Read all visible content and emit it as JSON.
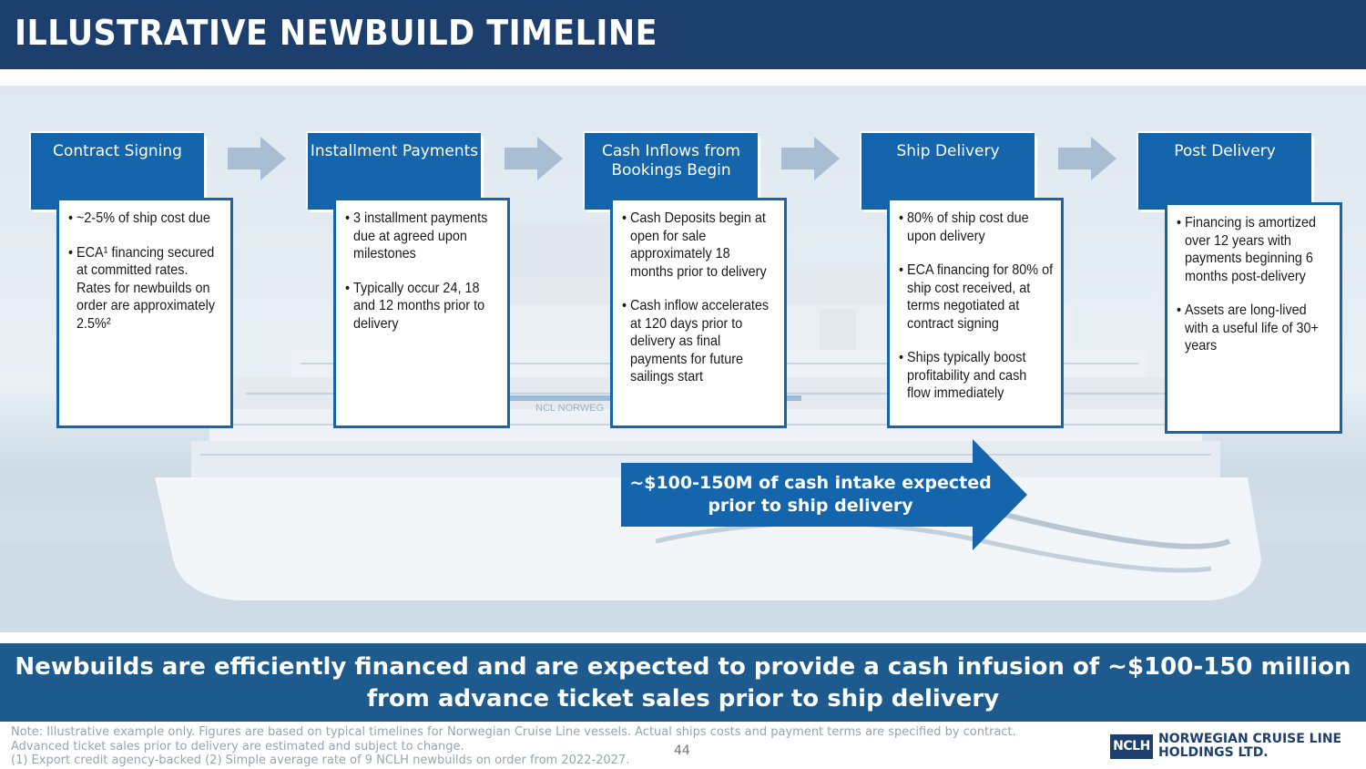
{
  "title": "ILLUSTRATIVE NEWBUILD TIMELINE",
  "stages": [
    {
      "header": "Contract Signing",
      "bullets": [
        "~2-5% of ship cost due",
        "ECA¹ financing secured at committed rates. Rates for newbuilds on order are approximately 2.5%²"
      ]
    },
    {
      "header": "Installment Payments",
      "bullets": [
        "3 installment payments due at agreed upon milestones",
        "Typically occur 24, 18 and 12 months prior to delivery"
      ]
    },
    {
      "header": "Cash Inflows from Bookings Begin",
      "bullets": [
        "Cash Deposits begin at open for sale approximately 18 months prior to delivery",
        "Cash inflow accelerates at 120 days prior to delivery as final payments for future sailings start"
      ]
    },
    {
      "header": "Ship Delivery",
      "bullets": [
        "80% of ship cost due upon delivery",
        "ECA financing for 80% of ship cost received, at terms negotiated at contract signing",
        "Ships typically boost profitability and cash flow immediately"
      ]
    },
    {
      "header": "Post Delivery",
      "bullets": [
        "Financing is amortized over 12 years with payments beginning 6 months post-delivery",
        "Assets are long-lived with a useful life of 30+ years"
      ]
    }
  ],
  "cash_callout": {
    "line1": "~$100-150M of cash intake expected",
    "line2": "prior to ship delivery"
  },
  "banner": {
    "line1": "Newbuilds are efficiently financed and are expected to provide a cash infusion of ~$100-150 million",
    "line2": "from advance ticket sales prior to ship delivery"
  },
  "footnotes": [
    "Note: Illustrative example only. Figures are based on typical timelines for Norwegian Cruise Line vessels. Actual ships costs and payment terms are specified by contract.",
    "Advanced ticket sales prior to delivery are estimated and subject to change.",
    "(1) Export credit agency-backed (2) Simple average rate of 9 NCLH newbuilds on order from 2022-2027."
  ],
  "page_number": "44",
  "logo": {
    "mark": "NCLH",
    "line1": "NORWEGIAN CRUISE LINE",
    "line2": "HOLDINGS LTD."
  },
  "ship_name_text": "NCL NORWEG",
  "colors": {
    "title_bar": "#1d3f6e",
    "stage_blue": "#1565ad",
    "banner_blue": "#1d5a8e",
    "flow_arrow": "#a9bdd3"
  },
  "icons": {
    "flow_arrow": "right-arrow-icon",
    "cash_arrow": "large-right-arrow-icon"
  }
}
